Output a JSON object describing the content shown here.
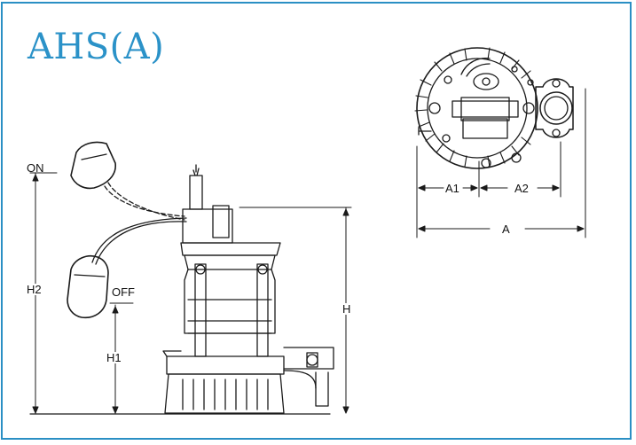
{
  "title": "AHS(A)",
  "colors": {
    "frame": "#2a8fc4",
    "title": "#2b92c8",
    "line": "#1a1a1a"
  },
  "side_view": {
    "labels": {
      "on": "ON",
      "off": "OFF",
      "h": "H",
      "h1": "H1",
      "h2": "H2"
    }
  },
  "top_view": {
    "labels": {
      "a": "A",
      "a1": "A1",
      "a2": "A2"
    }
  }
}
